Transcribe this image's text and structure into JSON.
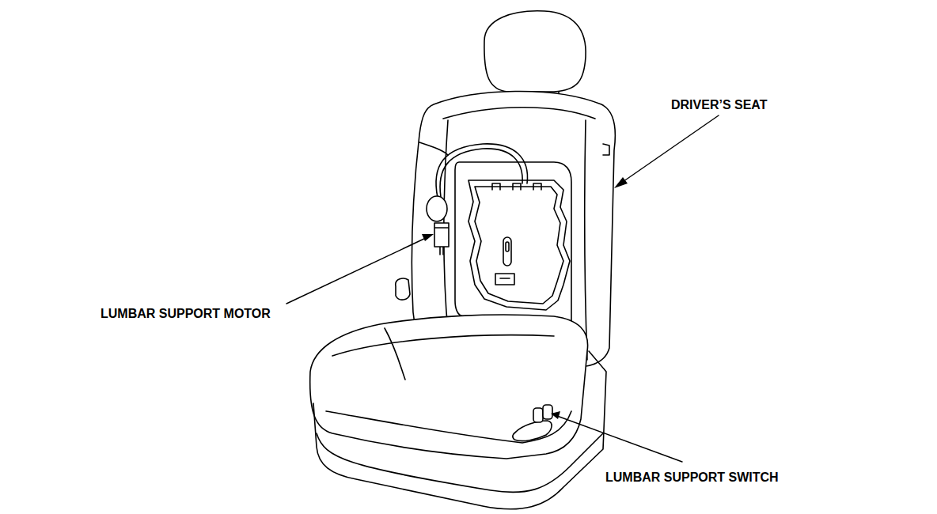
{
  "diagram": {
    "labels": [
      "DRIVER’S SEAT",
      "LUMBAR SUPPORT MOTOR",
      "LUMBAR SUPPORT SWITCH"
    ]
  }
}
